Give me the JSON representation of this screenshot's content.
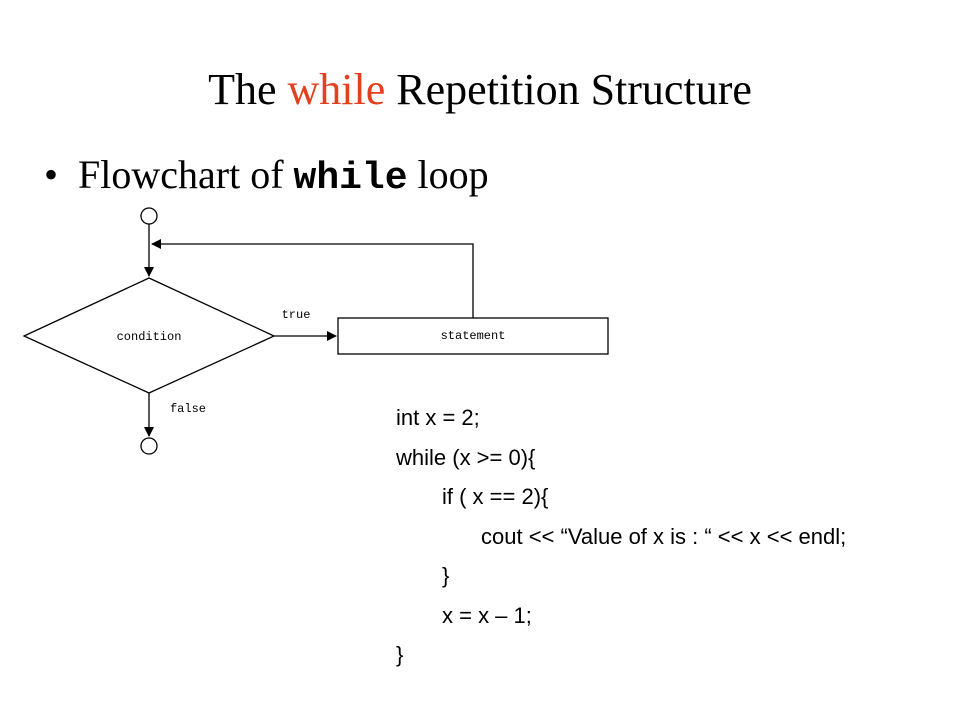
{
  "title": {
    "before": "The ",
    "keyword": "while",
    "after": " Repetition Structure",
    "keyword_color": "#e2401f"
  },
  "bullet": {
    "symbol": "•",
    "text": "Flowchart of ",
    "code": "while",
    "after": " loop"
  },
  "flowchart": {
    "condition_label": "condition",
    "statement_label": "statement",
    "true_label": "true",
    "false_label": "false"
  },
  "code_lines": [
    "int x = 2;",
    "while (x >= 0){",
    "if ( x == 2){",
    "cout << “Value of x is : “ << x << endl;",
    "}",
    "x = x – 1;",
    "}"
  ]
}
